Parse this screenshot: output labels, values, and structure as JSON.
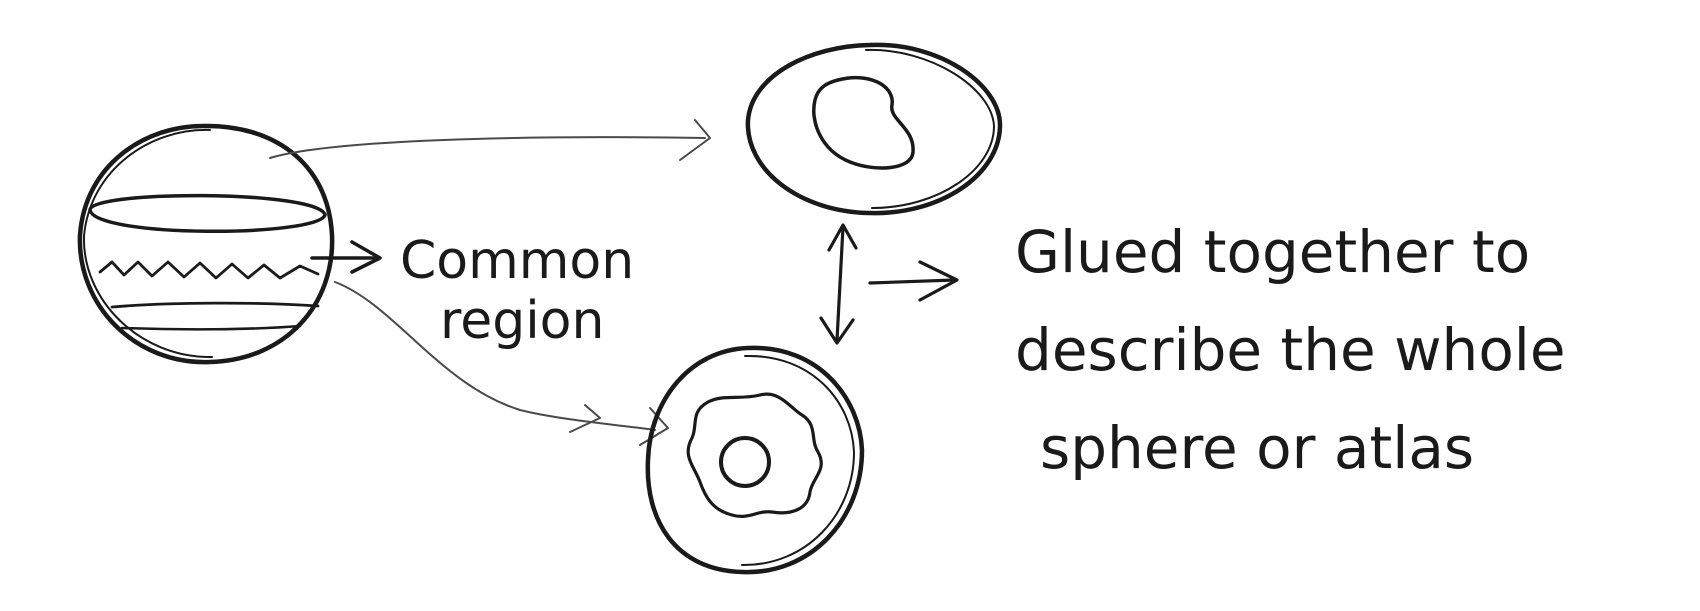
{
  "colors": {
    "background": "#ffffff",
    "ink": "#1a1a1a",
    "faint_ink": "#4a4a4a"
  },
  "labels": {
    "common_region": [
      "Common",
      "region"
    ],
    "glued_text": [
      "Glued together to",
      "describe the whole",
      "sphere or atlas"
    ]
  }
}
